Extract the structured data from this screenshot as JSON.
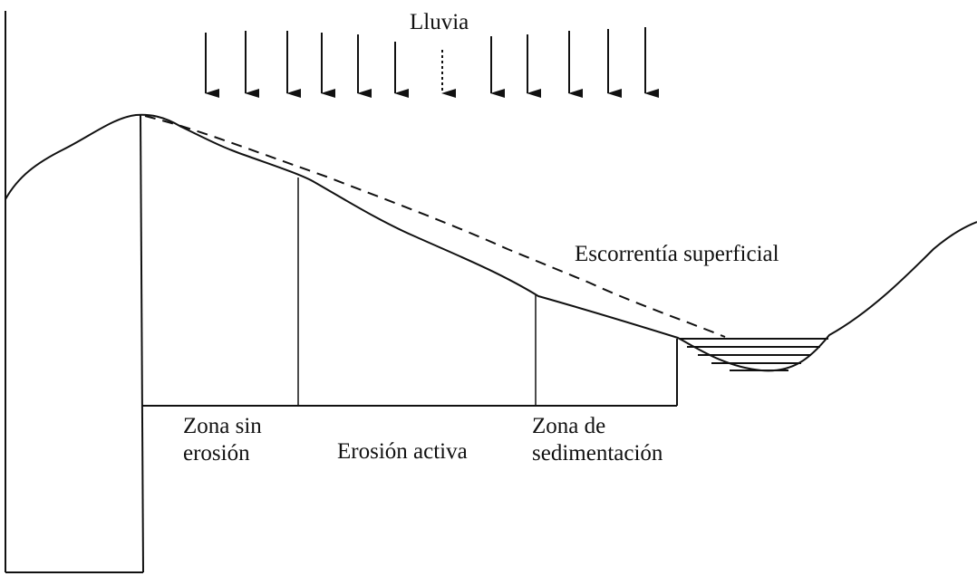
{
  "labels": {
    "rain": "Lluvia",
    "runoff": "Escorrentía superficial",
    "zone_no_erosion": [
      "Zona sin",
      "erosión"
    ],
    "zone_active_erosion": "Erosión activa",
    "zone_sedimentation": [
      "Zona de",
      "sedimentación"
    ]
  },
  "colors": {
    "line": "#111111",
    "background": "#ffffff"
  },
  "icons": {
    "rain_arrow": "down-arrow-icon"
  }
}
